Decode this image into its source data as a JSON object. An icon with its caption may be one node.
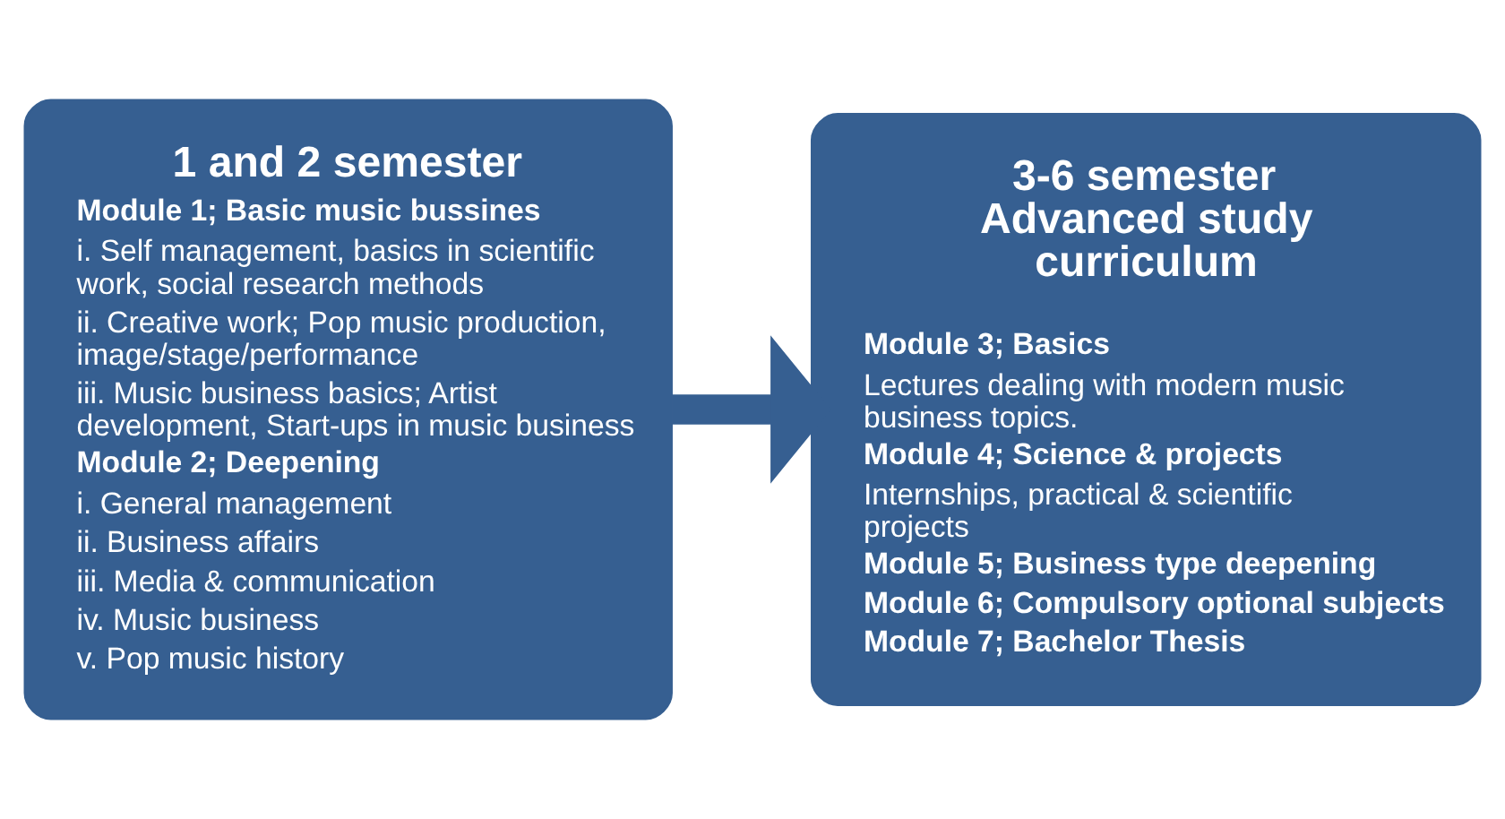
{
  "diagram": {
    "nodes": [
      {
        "text": [
          "1 and 2 semester",
          "Module 1; Basic music bussines",
          "i. Self management, basics in scientific work, social research methods",
          "ii. Creative work; Pop music production, image/stage/performance",
          "iii. Music business basics; Artist development, Start-ups in music business",
          "Module 2; Deepening",
          "i. General management",
          "ii. Business affairs",
          "iii. Media & communication",
          "iv. Music business",
          "v. Pop music history"
        ]
      },
      {
        "text": [
          "3-6 semester Advanced study curriculum",
          "Module 3; Basics",
          "Lectures dealing with modern music business topics.",
          "Module 4; Science & projects",
          "Internships, practical & scientific projects",
          "Module 5; Business type deepening",
          "Module 6; Compulsory optional subjects",
          "Module 7; Bachelor Thesis"
        ]
      }
    ],
    "edges": [
      {
        "from": 0,
        "to": 1,
        "arrow": "to"
      }
    ]
  }
}
